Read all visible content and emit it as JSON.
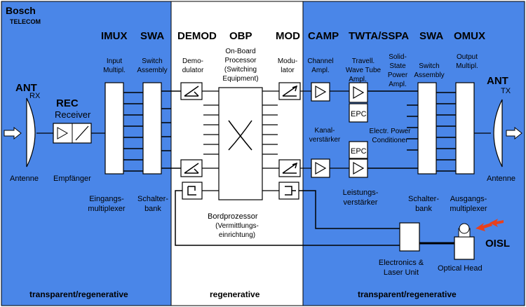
{
  "brand": {
    "name": "Bosch",
    "division": "TELECOM",
    "name_color": "#d4151c"
  },
  "colors": {
    "panel_blue": "#4a86e8",
    "panel_white": "#ffffff",
    "line": "#000000",
    "laser": "#e8401c"
  },
  "headers": {
    "imux": "IMUX",
    "swa_left": "SWA",
    "demod": "DEMOD",
    "obp": "OBP",
    "mod": "MOD",
    "camp": "CAMP",
    "twta_sspa": "TWTA/SSPA",
    "swa_right": "SWA",
    "omux": "OMUX"
  },
  "labels": {
    "ant_rx": "ANT",
    "rx": "RX",
    "ant_tx": "ANT",
    "tx": "TX",
    "rec": "REC",
    "receiver": "Receiver",
    "input_multipl": [
      "Input",
      "Multipl."
    ],
    "switch_assembly_left": [
      "Switch",
      "Assembly"
    ],
    "demodulator": [
      "Demo-",
      "dulator"
    ],
    "obp_desc": [
      "On-Board",
      "Processor",
      "(Switching",
      "Equipment)"
    ],
    "modulator": [
      "Modu-",
      "lator"
    ],
    "channel_ampl": [
      "Channel",
      "Ampl."
    ],
    "twt_ampl": [
      "Travell.",
      "Wave Tube",
      "Ampl."
    ],
    "sspa": [
      "Solid-",
      "State",
      "Power",
      "Ampl."
    ],
    "switch_assembly_right": [
      "Switch",
      "Assembly"
    ],
    "output_multipl": [
      "Output",
      "Multipl."
    ],
    "kanal": [
      "Kanal-",
      "verstärker"
    ],
    "epc": "EPC",
    "conditioner": [
      "Electr. Power",
      "Conditioner"
    ],
    "antenne_left": "Antenne",
    "empfaenger": "Empfänger",
    "antenne_right": "Antenne",
    "eingangs": [
      "Eingangs-",
      "multiplexer"
    ],
    "schalter_left": [
      "Schalter-",
      "bank"
    ],
    "bordprozessor": "Bordprozessor",
    "vermittlung": [
      "(Vermittlungs-",
      "einrichtung)"
    ],
    "leistungs": [
      "Leistungs-",
      "verstärker"
    ],
    "schalter_right": [
      "Schalter-",
      "bank"
    ],
    "ausgangs": [
      "Ausgangs-",
      "multiplexer"
    ],
    "oisl": "OISL",
    "electronics": [
      "Electronics &",
      "Laser Unit"
    ],
    "optical_head": "Optical Head"
  },
  "footer": {
    "left": "transparent/regenerative",
    "middle": "regenerative",
    "right": "transparent/regenerative"
  }
}
